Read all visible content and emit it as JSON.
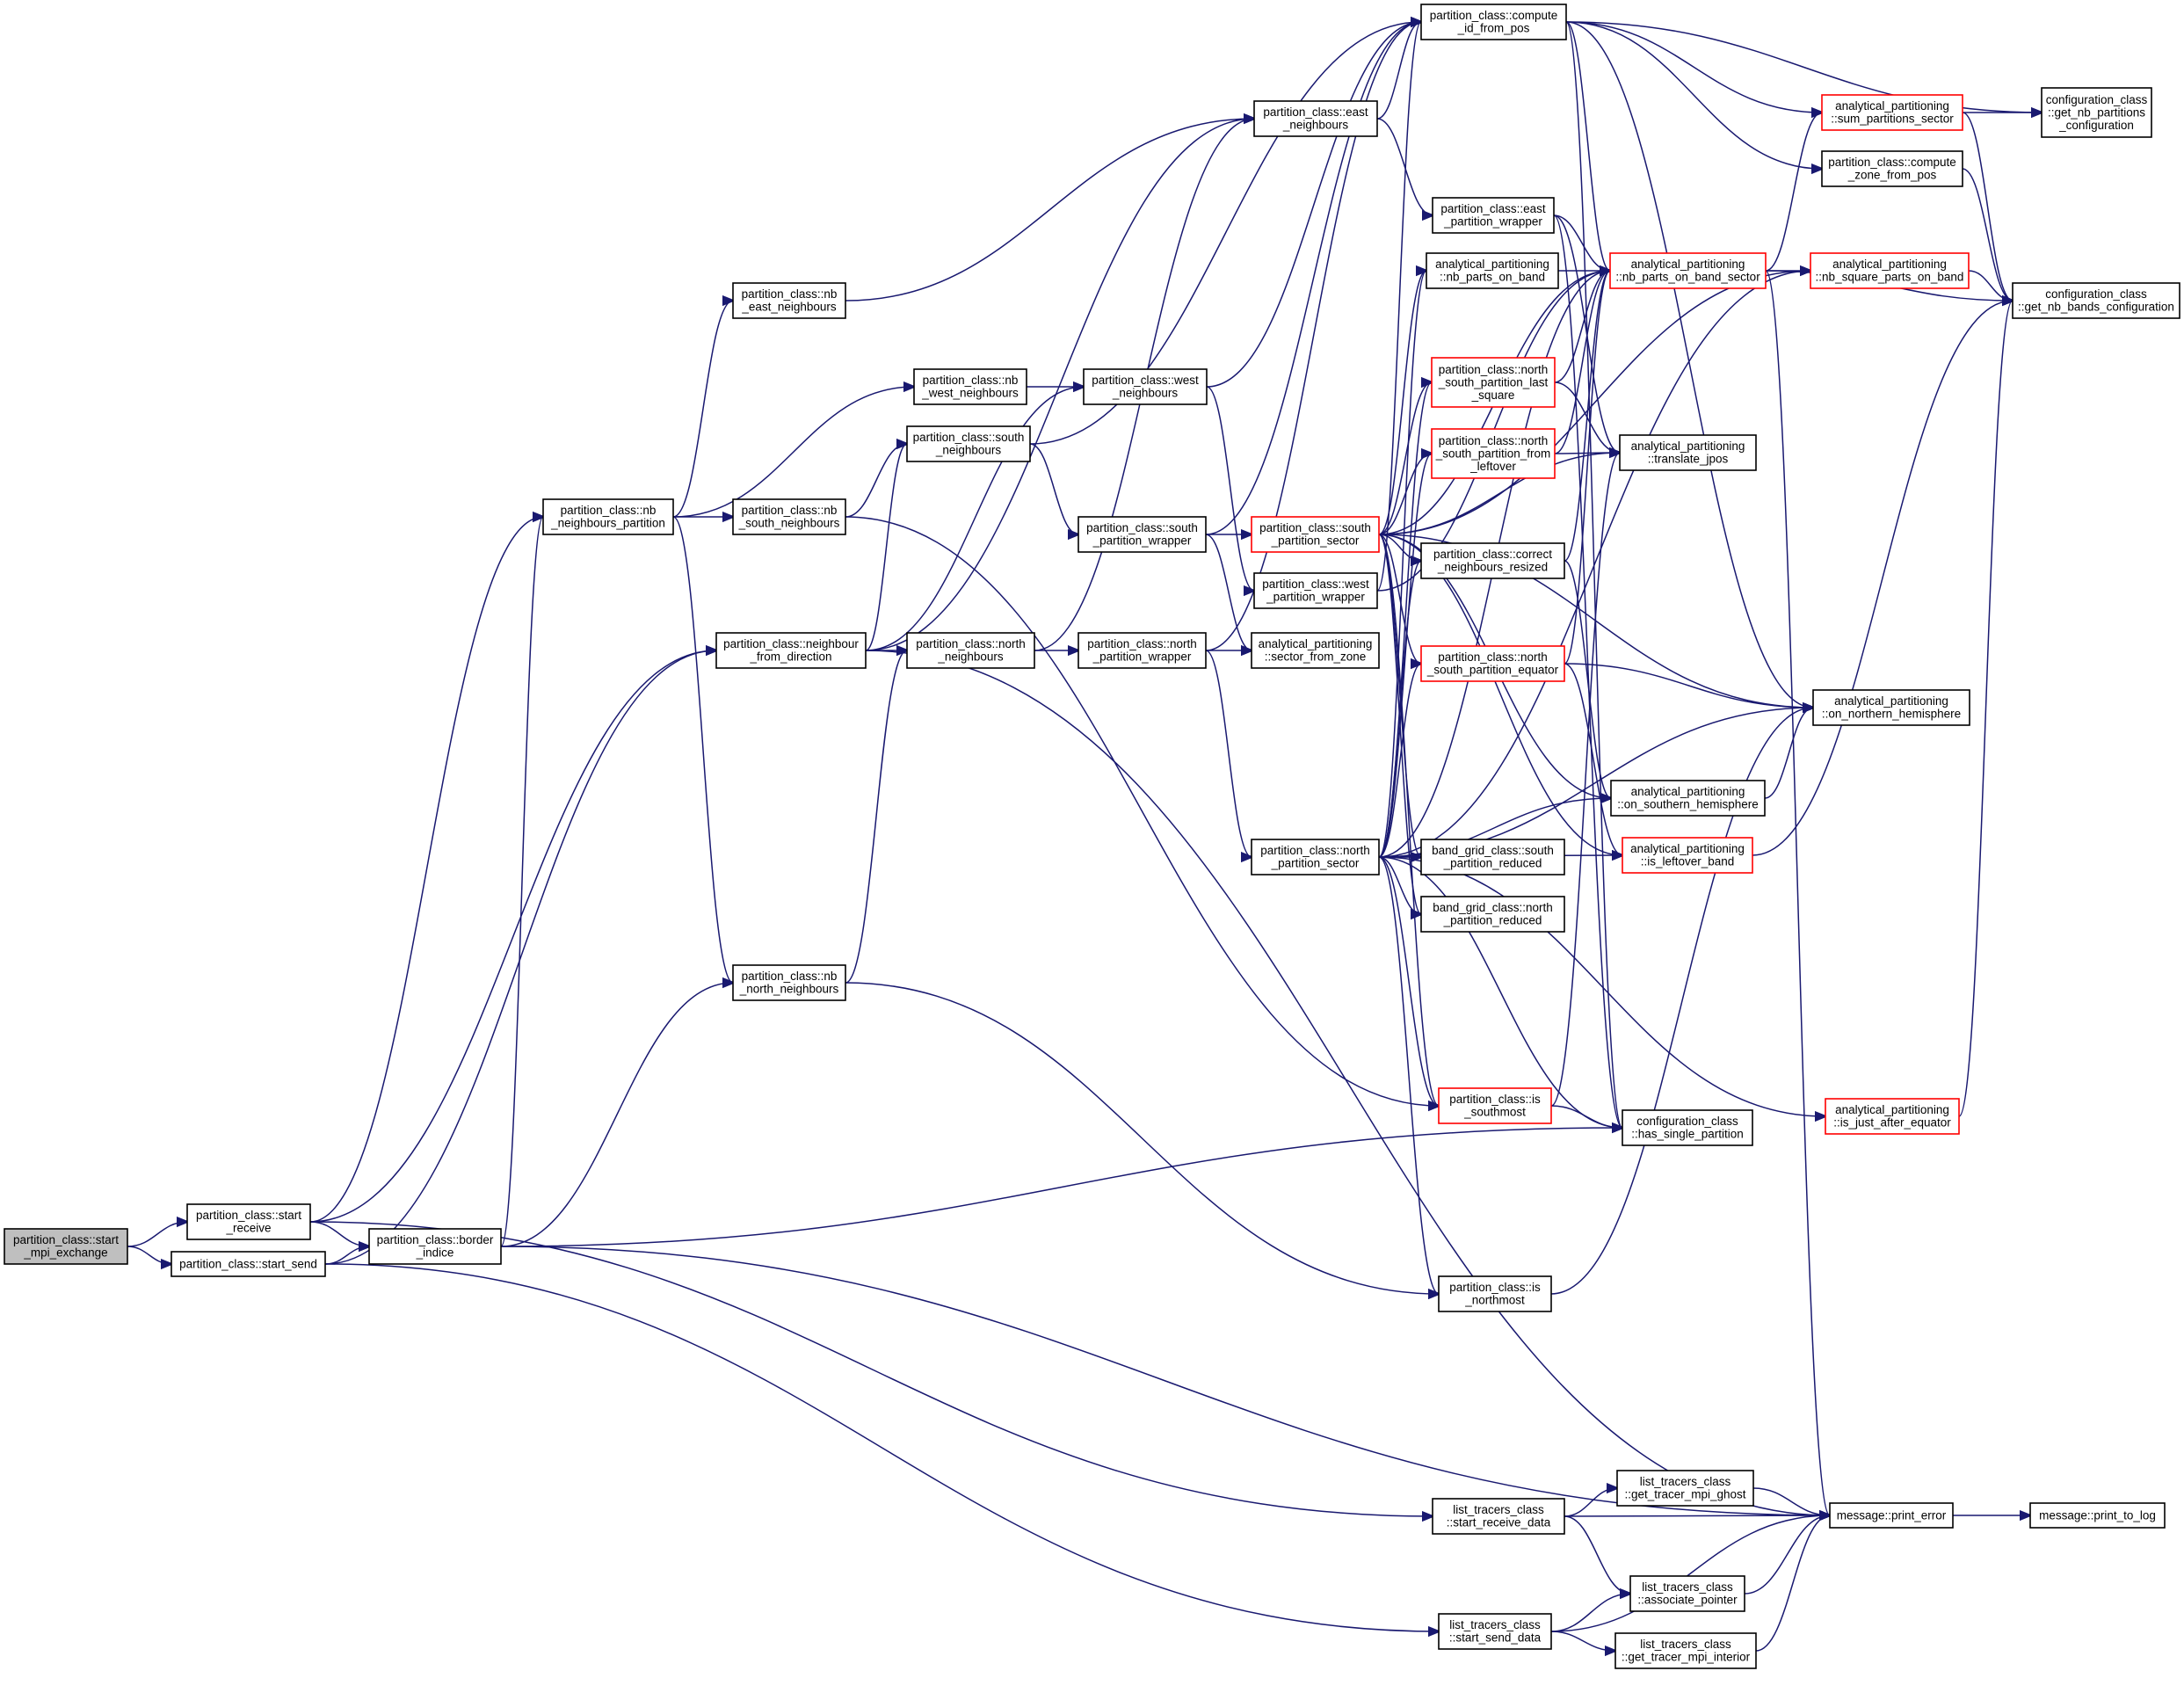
{
  "colors": {
    "edge": "#191970",
    "node_border": "#000000",
    "truncated_border": "#ff0000",
    "root_fill": "#bfbfbf"
  },
  "nodes": [
    {
      "id": "start_mpi_exchange",
      "lines": [
        "partition_class::start",
        "_mpi_exchange"
      ],
      "style": "root"
    },
    {
      "id": "start_receive",
      "lines": [
        "partition_class::start",
        "_receive"
      ],
      "style": "normal"
    },
    {
      "id": "start_send",
      "lines": [
        "partition_class::start_send"
      ],
      "style": "normal"
    },
    {
      "id": "border_indice",
      "lines": [
        "partition_class::border",
        "_indice"
      ],
      "style": "normal"
    },
    {
      "id": "nb_neighbours_partition",
      "lines": [
        "partition_class::nb",
        "_neighbours_partition"
      ],
      "style": "normal"
    },
    {
      "id": "nb_east_neighbours",
      "lines": [
        "partition_class::nb",
        "_east_neighbours"
      ],
      "style": "normal"
    },
    {
      "id": "nb_west_neighbours",
      "lines": [
        "partition_class::nb",
        "_west_neighbours"
      ],
      "style": "normal"
    },
    {
      "id": "nb_south_neighbours",
      "lines": [
        "partition_class::nb",
        "_south_neighbours"
      ],
      "style": "normal"
    },
    {
      "id": "nb_north_neighbours",
      "lines": [
        "partition_class::nb",
        "_north_neighbours"
      ],
      "style": "normal"
    },
    {
      "id": "neighbour_from_direction",
      "lines": [
        "partition_class::neighbour",
        "_from_direction"
      ],
      "style": "normal"
    },
    {
      "id": "south_neighbours",
      "lines": [
        "partition_class::south",
        "_neighbours"
      ],
      "style": "normal"
    },
    {
      "id": "north_neighbours",
      "lines": [
        "partition_class::north",
        "_neighbours"
      ],
      "style": "normal"
    },
    {
      "id": "west_neighbours",
      "lines": [
        "partition_class::west",
        "_neighbours"
      ],
      "style": "normal"
    },
    {
      "id": "east_neighbours",
      "lines": [
        "partition_class::east",
        "_neighbours"
      ],
      "style": "normal"
    },
    {
      "id": "south_partition_wrapper",
      "lines": [
        "partition_class::south",
        "_partition_wrapper"
      ],
      "style": "normal"
    },
    {
      "id": "north_partition_wrapper",
      "lines": [
        "partition_class::north",
        "_partition_wrapper"
      ],
      "style": "normal"
    },
    {
      "id": "compute_id_from_pos",
      "lines": [
        "partition_class::compute",
        "_id_from_pos"
      ],
      "style": "normal"
    },
    {
      "id": "south_partition_sector",
      "lines": [
        "partition_class::south",
        "_partition_sector"
      ],
      "style": "red"
    },
    {
      "id": "north_partition_sector",
      "lines": [
        "partition_class::north",
        "_partition_sector"
      ],
      "style": "normal"
    },
    {
      "id": "west_partition_wrapper",
      "lines": [
        "partition_class::west",
        "_partition_wrapper"
      ],
      "style": "normal"
    },
    {
      "id": "sector_from_zone",
      "lines": [
        "analytical_partitioning",
        "::sector_from_zone"
      ],
      "style": "normal"
    },
    {
      "id": "east_partition_wrapper",
      "lines": [
        "partition_class::east",
        "_partition_wrapper"
      ],
      "style": "normal"
    },
    {
      "id": "nb_parts_on_band",
      "lines": [
        "analytical_partitioning",
        "::nb_parts_on_band"
      ],
      "style": "normal"
    },
    {
      "id": "ns_partition_last_square",
      "lines": [
        "partition_class::north",
        "_south_partition_last",
        "_square"
      ],
      "style": "red"
    },
    {
      "id": "ns_partition_from_leftover",
      "lines": [
        "partition_class::north",
        "_south_partition_from",
        "_leftover"
      ],
      "style": "red"
    },
    {
      "id": "correct_neighbours_resized",
      "lines": [
        "partition_class::correct",
        "_neighbours_resized"
      ],
      "style": "normal"
    },
    {
      "id": "ns_partition_equator",
      "lines": [
        "partition_class::north",
        "_south_partition_equator"
      ],
      "style": "red"
    },
    {
      "id": "south_partition_reduced",
      "lines": [
        "band_grid_class::south",
        "_partition_reduced"
      ],
      "style": "normal"
    },
    {
      "id": "north_partition_reduced",
      "lines": [
        "band_grid_class::north",
        "_partition_reduced"
      ],
      "style": "normal"
    },
    {
      "id": "is_southmost",
      "lines": [
        "partition_class::is",
        "_southmost"
      ],
      "style": "red"
    },
    {
      "id": "is_northmost",
      "lines": [
        "partition_class::is",
        "_northmost"
      ],
      "style": "normal"
    },
    {
      "id": "start_receive_data",
      "lines": [
        "list_tracers_class",
        "::start_receive_data"
      ],
      "style": "normal"
    },
    {
      "id": "start_send_data",
      "lines": [
        "list_tracers_class",
        "::start_send_data"
      ],
      "style": "normal"
    },
    {
      "id": "nb_parts_on_band_sector",
      "lines": [
        "analytical_partitioning",
        "::nb_parts_on_band_sector"
      ],
      "style": "red"
    },
    {
      "id": "translate_jpos",
      "lines": [
        "analytical_partitioning",
        "::translate_jpos"
      ],
      "style": "normal"
    },
    {
      "id": "on_southern_hemisphere",
      "lines": [
        "analytical_partitioning",
        "::on_southern_hemisphere"
      ],
      "style": "normal"
    },
    {
      "id": "is_leftover_band",
      "lines": [
        "analytical_partitioning",
        "::is_leftover_band"
      ],
      "style": "red"
    },
    {
      "id": "has_single_partition",
      "lines": [
        "configuration_class",
        "::has_single_partition"
      ],
      "style": "normal"
    },
    {
      "id": "get_tracer_mpi_ghost",
      "lines": [
        "list_tracers_class",
        "::get_tracer_mpi_ghost"
      ],
      "style": "normal"
    },
    {
      "id": "associate_pointer",
      "lines": [
        "list_tracers_class",
        "::associate_pointer"
      ],
      "style": "normal"
    },
    {
      "id": "get_tracer_mpi_interior",
      "lines": [
        "list_tracers_class",
        "::get_tracer_mpi_interior"
      ],
      "style": "normal"
    },
    {
      "id": "sum_partitions_sector",
      "lines": [
        "analytical_partitioning",
        "::sum_partitions_sector"
      ],
      "style": "red"
    },
    {
      "id": "compute_zone_from_pos",
      "lines": [
        "partition_class::compute",
        "_zone_from_pos"
      ],
      "style": "normal"
    },
    {
      "id": "nb_square_parts_on_band",
      "lines": [
        "analytical_partitioning",
        "::nb_square_parts_on_band"
      ],
      "style": "red"
    },
    {
      "id": "on_northern_hemisphere",
      "lines": [
        "analytical_partitioning",
        "::on_northern_hemisphere"
      ],
      "style": "normal"
    },
    {
      "id": "is_just_after_equator",
      "lines": [
        "analytical_partitioning",
        "::is_just_after_equator"
      ],
      "style": "red"
    },
    {
      "id": "print_error",
      "lines": [
        "message::print_error"
      ],
      "style": "normal"
    },
    {
      "id": "get_nb_partitions_configuration",
      "lines": [
        "configuration_class",
        "::get_nb_partitions",
        "_configuration"
      ],
      "style": "normal"
    },
    {
      "id": "get_nb_bands_configuration",
      "lines": [
        "configuration_class",
        "::get_nb_bands_configuration"
      ],
      "style": "normal"
    },
    {
      "id": "print_to_log",
      "lines": [
        "message::print_to_log"
      ],
      "style": "normal"
    }
  ],
  "edges": [
    [
      "start_mpi_exchange",
      "start_receive"
    ],
    [
      "start_mpi_exchange",
      "start_send"
    ],
    [
      "start_receive",
      "nb_neighbours_partition"
    ],
    [
      "start_receive",
      "neighbour_from_direction"
    ],
    [
      "start_receive",
      "border_indice"
    ],
    [
      "start_receive",
      "start_receive_data"
    ],
    [
      "start_send",
      "border_indice"
    ],
    [
      "start_send",
      "neighbour_from_direction"
    ],
    [
      "start_send",
      "start_send_data"
    ],
    [
      "border_indice",
      "nb_neighbours_partition"
    ],
    [
      "border_indice",
      "nb_north_neighbours"
    ],
    [
      "border_indice",
      "has_single_partition"
    ],
    [
      "border_indice",
      "print_error"
    ],
    [
      "nb_neighbours_partition",
      "nb_east_neighbours"
    ],
    [
      "nb_neighbours_partition",
      "nb_west_neighbours"
    ],
    [
      "nb_neighbours_partition",
      "nb_south_neighbours"
    ],
    [
      "nb_neighbours_partition",
      "nb_north_neighbours"
    ],
    [
      "nb_east_neighbours",
      "east_neighbours"
    ],
    [
      "nb_west_neighbours",
      "west_neighbours"
    ],
    [
      "nb_south_neighbours",
      "south_neighbours"
    ],
    [
      "nb_south_neighbours",
      "is_southmost"
    ],
    [
      "nb_north_neighbours",
      "north_neighbours"
    ],
    [
      "nb_north_neighbours",
      "is_northmost"
    ],
    [
      "neighbour_from_direction",
      "south_neighbours"
    ],
    [
      "neighbour_from_direction",
      "north_neighbours"
    ],
    [
      "neighbour_from_direction",
      "west_neighbours"
    ],
    [
      "neighbour_from_direction",
      "east_neighbours"
    ],
    [
      "neighbour_from_direction",
      "print_error"
    ],
    [
      "south_neighbours",
      "compute_id_from_pos"
    ],
    [
      "south_neighbours",
      "south_partition_wrapper"
    ],
    [
      "north_neighbours",
      "east_neighbours"
    ],
    [
      "north_neighbours",
      "north_partition_wrapper"
    ],
    [
      "west_neighbours",
      "compute_id_from_pos"
    ],
    [
      "west_neighbours",
      "west_partition_wrapper"
    ],
    [
      "east_neighbours",
      "compute_id_from_pos"
    ],
    [
      "east_neighbours",
      "east_partition_wrapper"
    ],
    [
      "south_partition_wrapper",
      "south_partition_sector"
    ],
    [
      "south_partition_wrapper",
      "sector_from_zone"
    ],
    [
      "south_partition_wrapper",
      "compute_id_from_pos"
    ],
    [
      "north_partition_wrapper",
      "sector_from_zone"
    ],
    [
      "north_partition_wrapper",
      "north_partition_sector"
    ],
    [
      "north_partition_wrapper",
      "compute_id_from_pos"
    ],
    [
      "south_partition_sector",
      "nb_parts_on_band"
    ],
    [
      "south_partition_sector",
      "ns_partition_last_square"
    ],
    [
      "south_partition_sector",
      "ns_partition_from_leftover"
    ],
    [
      "south_partition_sector",
      "correct_neighbours_resized"
    ],
    [
      "south_partition_sector",
      "ns_partition_equator"
    ],
    [
      "south_partition_sector",
      "south_partition_reduced"
    ],
    [
      "south_partition_sector",
      "north_partition_reduced"
    ],
    [
      "south_partition_sector",
      "is_southmost"
    ],
    [
      "south_partition_sector",
      "translate_jpos"
    ],
    [
      "south_partition_sector",
      "nb_parts_on_band_sector"
    ],
    [
      "south_partition_sector",
      "on_southern_hemisphere"
    ],
    [
      "south_partition_sector",
      "is_leftover_band"
    ],
    [
      "south_partition_sector",
      "on_northern_hemisphere"
    ],
    [
      "south_partition_sector",
      "nb_square_parts_on_band"
    ],
    [
      "north_partition_sector",
      "south_partition_reduced"
    ],
    [
      "north_partition_sector",
      "north_partition_reduced"
    ],
    [
      "north_partition_sector",
      "is_northmost"
    ],
    [
      "north_partition_sector",
      "is_southmost"
    ],
    [
      "north_partition_sector",
      "ns_partition_last_square"
    ],
    [
      "north_partition_sector",
      "ns_partition_from_leftover"
    ],
    [
      "north_partition_sector",
      "ns_partition_equator"
    ],
    [
      "north_partition_sector",
      "correct_neighbours_resized"
    ],
    [
      "north_partition_sector",
      "nb_parts_on_band"
    ],
    [
      "north_partition_sector",
      "nb_parts_on_band_sector"
    ],
    [
      "north_partition_sector",
      "on_southern_hemisphere"
    ],
    [
      "north_partition_sector",
      "is_leftover_band"
    ],
    [
      "north_partition_sector",
      "has_single_partition"
    ],
    [
      "north_partition_sector",
      "on_northern_hemisphere"
    ],
    [
      "north_partition_sector",
      "is_just_after_equator"
    ],
    [
      "north_partition_sector",
      "nb_square_parts_on_band"
    ],
    [
      "west_partition_wrapper",
      "compute_id_from_pos"
    ],
    [
      "west_partition_wrapper",
      "nb_parts_on_band_sector"
    ],
    [
      "east_partition_wrapper",
      "nb_parts_on_band_sector"
    ],
    [
      "east_partition_wrapper",
      "translate_jpos"
    ],
    [
      "east_partition_wrapper",
      "has_single_partition"
    ],
    [
      "nb_parts_on_band",
      "nb_parts_on_band_sector"
    ],
    [
      "ns_partition_last_square",
      "nb_parts_on_band_sector"
    ],
    [
      "ns_partition_last_square",
      "translate_jpos"
    ],
    [
      "ns_partition_from_leftover",
      "translate_jpos"
    ],
    [
      "ns_partition_from_leftover",
      "nb_parts_on_band_sector"
    ],
    [
      "correct_neighbours_resized",
      "nb_parts_on_band_sector"
    ],
    [
      "correct_neighbours_resized",
      "on_southern_hemisphere"
    ],
    [
      "ns_partition_equator",
      "nb_parts_on_band_sector"
    ],
    [
      "ns_partition_equator",
      "on_northern_hemisphere"
    ],
    [
      "ns_partition_equator",
      "is_leftover_band"
    ],
    [
      "is_southmost",
      "has_single_partition"
    ],
    [
      "is_southmost",
      "translate_jpos"
    ],
    [
      "is_northmost",
      "on_northern_hemisphere"
    ],
    [
      "compute_id_from_pos",
      "sum_partitions_sector"
    ],
    [
      "compute_id_from_pos",
      "get_nb_partitions_configuration"
    ],
    [
      "compute_id_from_pos",
      "compute_zone_from_pos"
    ],
    [
      "compute_id_from_pos",
      "nb_parts_on_band_sector"
    ],
    [
      "compute_id_from_pos",
      "on_northern_hemisphere"
    ],
    [
      "compute_id_from_pos",
      "has_single_partition"
    ],
    [
      "nb_parts_on_band_sector",
      "nb_square_parts_on_band"
    ],
    [
      "nb_parts_on_band_sector",
      "get_nb_bands_configuration"
    ],
    [
      "nb_parts_on_band_sector",
      "sum_partitions_sector"
    ],
    [
      "nb_parts_on_band_sector",
      "print_error"
    ],
    [
      "sum_partitions_sector",
      "get_nb_partitions_configuration"
    ],
    [
      "sum_partitions_sector",
      "get_nb_bands_configuration"
    ],
    [
      "compute_zone_from_pos",
      "get_nb_bands_configuration"
    ],
    [
      "nb_square_parts_on_band",
      "get_nb_bands_configuration"
    ],
    [
      "on_southern_hemisphere",
      "on_northern_hemisphere"
    ],
    [
      "is_leftover_band",
      "get_nb_bands_configuration"
    ],
    [
      "is_just_after_equator",
      "get_nb_bands_configuration"
    ],
    [
      "start_receive_data",
      "get_tracer_mpi_ghost"
    ],
    [
      "start_receive_data",
      "print_error"
    ],
    [
      "start_receive_data",
      "associate_pointer"
    ],
    [
      "start_send_data",
      "associate_pointer"
    ],
    [
      "start_send_data",
      "get_tracer_mpi_interior"
    ],
    [
      "start_send_data",
      "print_error"
    ],
    [
      "get_tracer_mpi_ghost",
      "print_error"
    ],
    [
      "associate_pointer",
      "print_error"
    ],
    [
      "get_tracer_mpi_interior",
      "print_error"
    ],
    [
      "print_error",
      "print_to_log"
    ]
  ]
}
